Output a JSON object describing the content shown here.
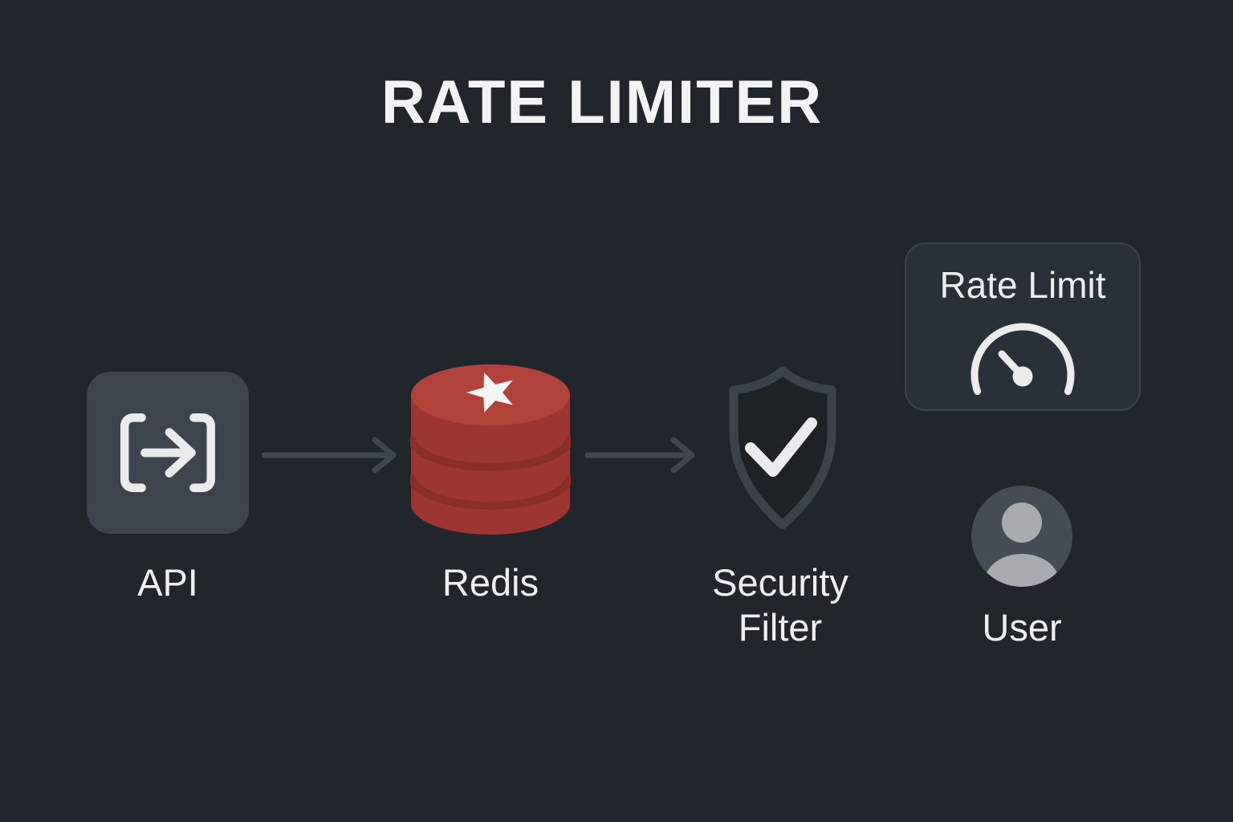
{
  "title": "RATE LIMITER",
  "nodes": {
    "api": {
      "label": "API",
      "icon": "api-brackets-arrow-icon"
    },
    "redis": {
      "label": "Redis",
      "icon": "redis-database-icon"
    },
    "security_filter": {
      "label": "Security Filter",
      "icon": "shield-check-icon"
    },
    "user": {
      "label": "User",
      "icon": "user-avatar-icon"
    }
  },
  "card": {
    "label": "Rate Limit",
    "icon": "gauge-icon"
  },
  "flow": [
    "API",
    "Redis",
    "Security Filter"
  ],
  "colors": {
    "background": "#20262b",
    "panel_gray": "#3d444d",
    "arrow_gray": "#40474f",
    "redis_top": "#b2433b",
    "redis_body": "#9d3630",
    "redis_groove": "#8a2e28",
    "shield_border": "#3b424a",
    "shield_fill": "#1d2227",
    "card_fill": "#2a3038",
    "card_border": "#3c434c",
    "icon_white": "#e9ebec",
    "avatar_bg": "#454c55",
    "avatar_figure": "#a8acb1",
    "label_text": "#edeff0",
    "title_text": "#f2f3f4"
  }
}
